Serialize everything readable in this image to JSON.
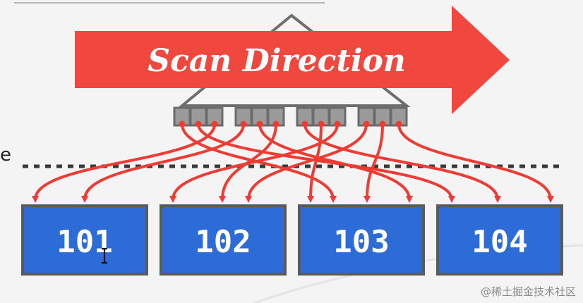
{
  "scan_arrow": {
    "label": "Scan Direction",
    "color": "#f0473e"
  },
  "pages": [
    {
      "label": "101"
    },
    {
      "label": "102"
    },
    {
      "label": "103"
    },
    {
      "label": "104"
    }
  ],
  "colors": {
    "page_fill": "#2d6bd6",
    "page_border": "#5a5a5a",
    "pointer_arrow": "#ee3b33",
    "index_cell": "#9a9a9a",
    "index_outline": "#6b6b6b"
  },
  "watermark": "@稀土掘金技术社区"
}
